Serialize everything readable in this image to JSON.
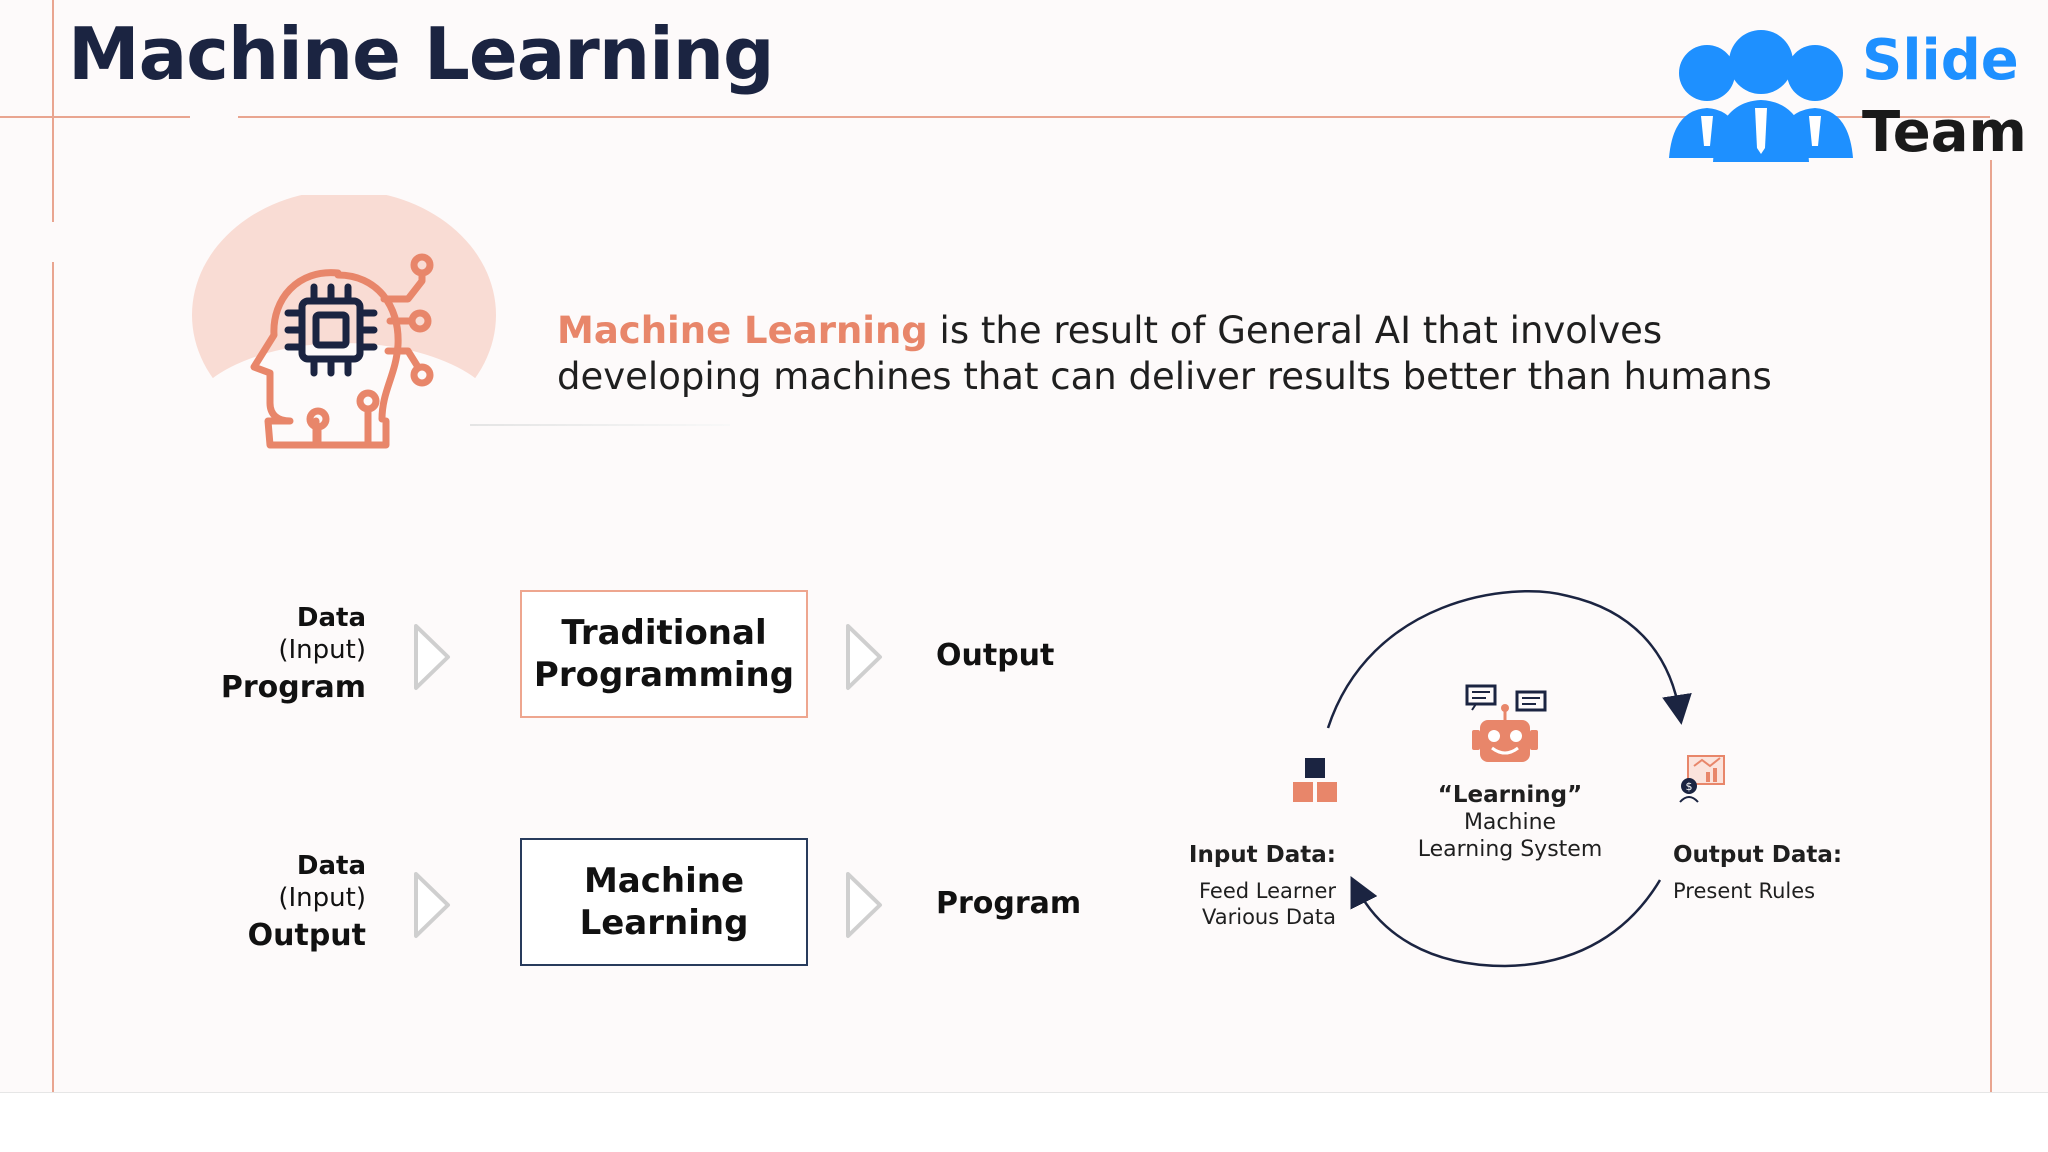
{
  "title": "Machine Learning",
  "logo": {
    "word1": "Slide",
    "word2": "Team",
    "color_primary": "#1e90ff",
    "color_dark": "#1a1a1a"
  },
  "colors": {
    "accent": "#e8866a",
    "navy": "#1b2441",
    "box_trad_border": "#eea68f",
    "box_ml_border": "#283b5c"
  },
  "description": {
    "highlight": "Machine Learning",
    "rest": " is the result of General AI that involves developing machines that can deliver results better than humans"
  },
  "rows": [
    {
      "inputs": [
        "Data",
        "(Input)",
        "Program"
      ],
      "box_label": [
        "Traditional",
        "Programming"
      ],
      "output": "Output"
    },
    {
      "inputs": [
        "Data",
        "(Input)",
        "Output"
      ],
      "box_label": [
        "Machine",
        "Learning"
      ],
      "output": "Program"
    }
  ],
  "cycle": {
    "center": {
      "title": "“Learning”",
      "line1": "Machine",
      "line2": "Learning System"
    },
    "input": {
      "title": "Input Data:",
      "line1": "Feed Learner",
      "line2": "Various Data"
    },
    "output": {
      "title": "Output Data:",
      "line1": "Present Rules"
    },
    "icons": [
      "blocks-icon",
      "robot-icon",
      "report-icon"
    ]
  }
}
